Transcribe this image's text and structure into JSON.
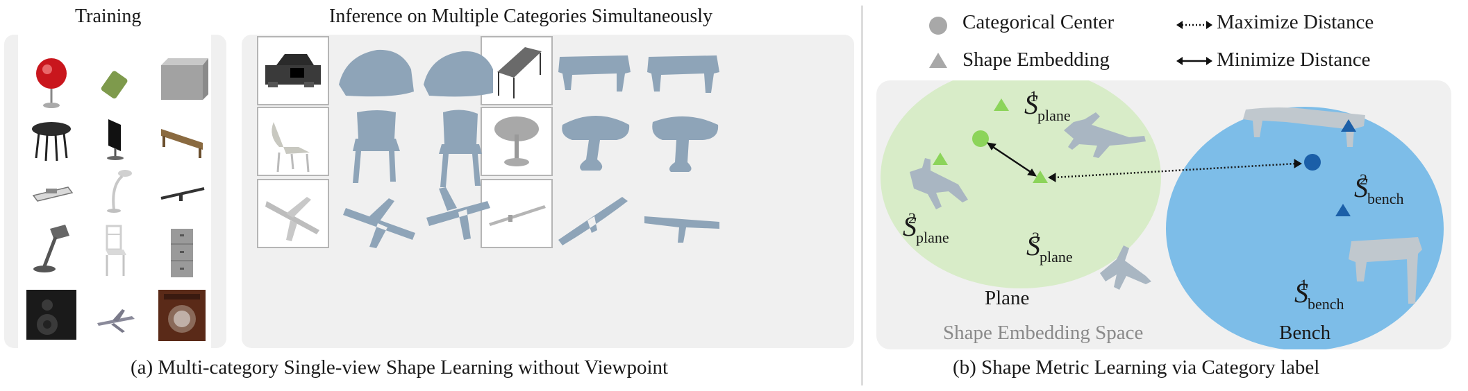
{
  "panel_a": {
    "training_title": "Training",
    "inference_title": "Inference on Multiple Categories Simultaneously",
    "caption": "(a) Multi-category Single-view Shape Learning without Viewpoint",
    "training_icons": [
      "red-egg-chair-icon",
      "green-phone-icon",
      "gray-box-icon",
      "round-table-icon",
      "monitor-icon",
      "wooden-bench-icon",
      "boat-icon",
      "desk-lamp-icon",
      "rifle-icon",
      "table-lamp-icon",
      "wooden-chair-icon",
      "cabinet-icon",
      "speaker-icon",
      "airplane-icon",
      "washing-machine-icon"
    ]
  },
  "panel_b": {
    "legend": {
      "center": "Categorical Center",
      "embedding": "Shape Embedding",
      "maximize": "Maximize Distance",
      "minimize": "Minimize Distance"
    },
    "space_label": "Shape Embedding Space",
    "plane_label": "Plane",
    "bench_label": "Bench",
    "labels": {
      "s_plane_1": {
        "base": "S",
        "sub": "plane",
        "sup": "1"
      },
      "s_plane_2": {
        "base": "S",
        "sub": "plane",
        "sup": "2"
      },
      "s_plane_3": {
        "base": "S",
        "sub": "plane",
        "sup": "3"
      },
      "s_bench_1": {
        "base": "S",
        "sub": "bench",
        "sup": "1"
      },
      "s_bench_2": {
        "base": "S",
        "sub": "bench",
        "sup": "2"
      }
    },
    "caption": "(b) Shape Metric Learning via Category label",
    "colors": {
      "plane_region": "#d8ecc8",
      "bench_region": "#7dbde8",
      "plane_marker": "#8cd45a",
      "bench_marker": "#1b5fa8",
      "legend_marker": "#a8a8a8",
      "shape_gray": "#8ea4b8"
    }
  }
}
